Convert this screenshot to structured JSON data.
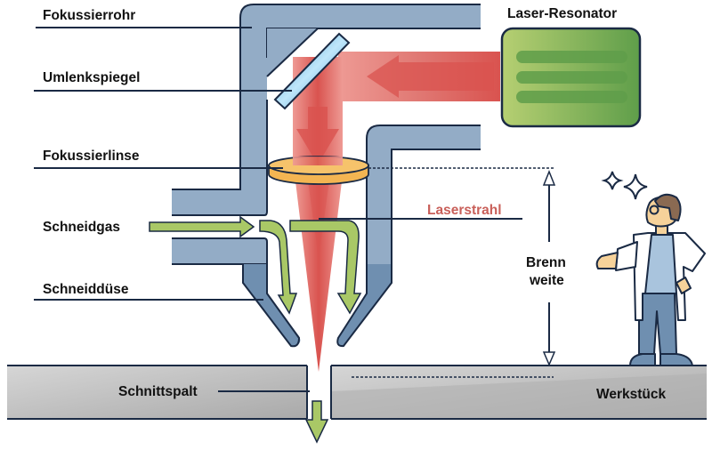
{
  "title": "Laserschneiden – Aufbau eines Schneidkopfes",
  "labels": {
    "focusing_tube": "Fokussierrohr",
    "deflection_mirror": "Umlenkspiegel",
    "focusing_lens": "Fokussierlinse",
    "cutting_gas": "Schneidgas",
    "cutting_nozzle": "Schneiddüse",
    "laser_resonator": "Laser-Resonator",
    "laser_beam": "Laserstrahl",
    "focal_length_line1": "Brenn",
    "focal_length_line2": "weite",
    "kerf": "Schnittspalt",
    "workpiece": "Werkstück"
  },
  "colors": {
    "tube": "#93acc6",
    "tube_dark": "#6f8fb0",
    "outline": "#1a2a44",
    "laser": "#d9534f",
    "laser_light": "#ee9a94",
    "lens": "#f6c36b",
    "mirror": "#3aa0dc",
    "resonator_light": "#b6cf72",
    "resonator_dark": "#5f9e4a",
    "gas_arrow": "#a9c866",
    "workpiece": "#c9c9c9",
    "laser_label": "#c9605a"
  },
  "icons": {
    "sparkle": "sparkle-icon",
    "person": "scientist-figure"
  }
}
